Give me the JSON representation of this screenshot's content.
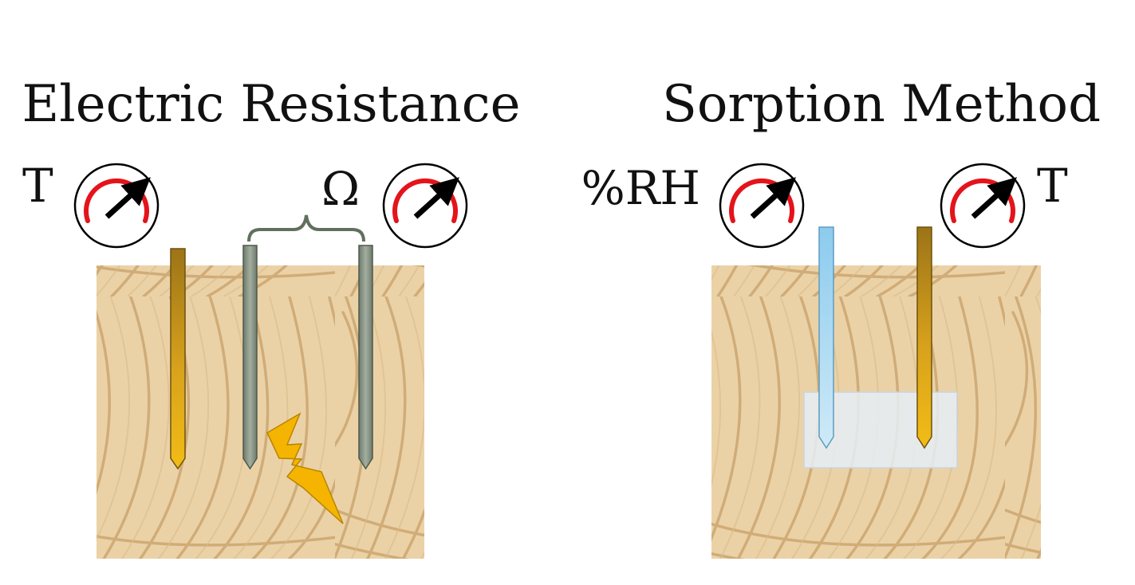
{
  "panels": {
    "left": {
      "title": "Electric Resistance",
      "temperature_label": "T",
      "resistance_label": "Ω"
    },
    "right": {
      "title": "Sorption Method",
      "humidity_label": "%RH",
      "temperature_label": "T"
    }
  },
  "colors": {
    "wood_base": "#EBD2A6",
    "wood_grain": "#C9A36C",
    "temperature_probe": "#E0A81A",
    "electrode": "#8D998A",
    "humidity_probe": "#9CD2EF",
    "sorption_chamber": "#E6EEF6",
    "gauge_arc": "#E4141B",
    "bolt": "#F5B400"
  },
  "icons": [
    "gauge-icon",
    "lightning-bolt-icon",
    "curly-brace-icon"
  ]
}
